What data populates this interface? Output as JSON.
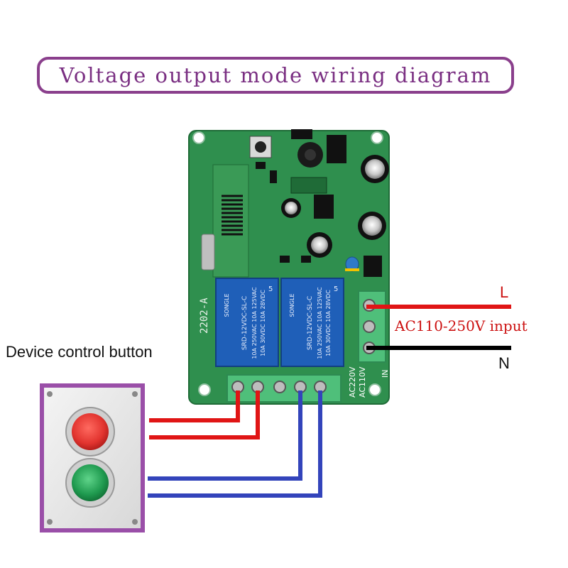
{
  "title": "Voltage output mode wiring diagram",
  "labels": {
    "device_control_button": "Device control button",
    "input": "AC110-250V input",
    "live": "L",
    "neutral": "N"
  },
  "board_text": {
    "model": "2202-A",
    "terminal_ac220": "AC220V",
    "terminal_ac110": "AC110V",
    "terminal_in": "IN",
    "relay_brand": "SONGLE",
    "relay_model": "SRD-12VDC-SL-C",
    "relay_rating_1": "10A 250VAC  10A 125VAC",
    "relay_rating_2": "10A 30VDC  10A 28VDC",
    "relay_number": "5"
  },
  "colors": {
    "title_purple": "#8a3f8c",
    "pcb_green": "#2f8f4e",
    "relay_blue": "#1f5fb8",
    "wire_red": "#e01515",
    "wire_blue": "#3344bb",
    "wire_black": "#000000",
    "button_red": "#e2342f",
    "button_green": "#1f9a4f",
    "box_purple": "#9a4fa8"
  },
  "icons": [
    "push-button-red-icon",
    "push-button-green-icon",
    "relay-icon",
    "terminal-block-icon"
  ]
}
